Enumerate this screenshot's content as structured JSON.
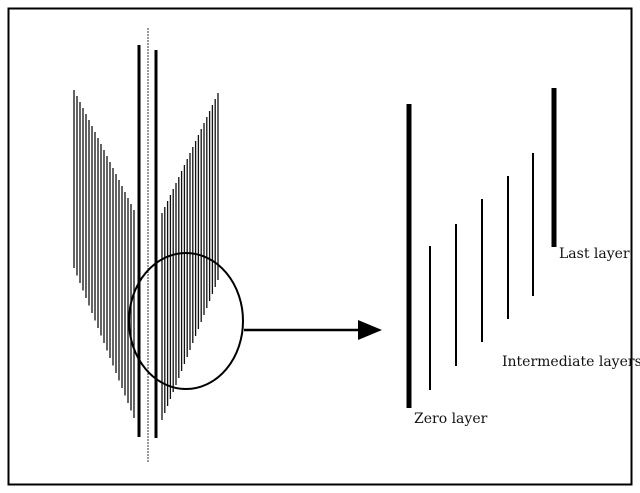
{
  "labels": {
    "last_layer": "Last layer",
    "intermediate_layers": "Intermediate layers",
    "zero_layer": "Zero layer"
  },
  "colors": {
    "ink": "#111111",
    "stroke": "#000000",
    "background": "#ffffff"
  }
}
